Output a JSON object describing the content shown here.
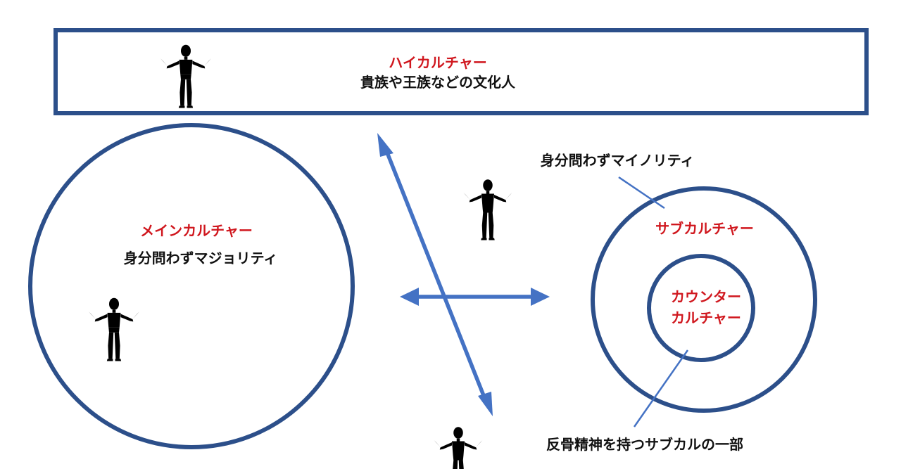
{
  "high_culture": {
    "title": "ハイカルチャー",
    "description": "貴族や王族などの文化人"
  },
  "main_culture": {
    "title": "メインカルチャー",
    "description": "身分問わずマジョリティ"
  },
  "sub_culture": {
    "title": "サブカルチャー",
    "callout": "身分問わずマイノリティ"
  },
  "counter_culture": {
    "title_line1": "カウンター",
    "title_line2": "カルチャー",
    "callout": "反骨精神を持つサブカルの一部"
  },
  "colors": {
    "shape_stroke": "#2c4f8a",
    "arrow": "#4472c4",
    "title_text": "#d0171e",
    "body_text": "#111111"
  },
  "icons": [
    "person-figure-icon",
    "double-arrow-icon"
  ]
}
